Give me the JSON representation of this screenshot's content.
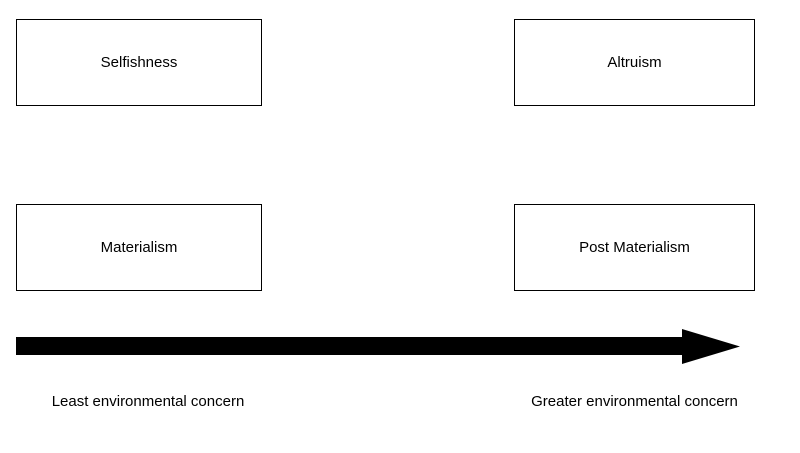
{
  "diagram": {
    "type": "continuum",
    "boxes": [
      {
        "id": "selfishness",
        "label": "Selfishness",
        "position": "top-left"
      },
      {
        "id": "altruism",
        "label": "Altruism",
        "position": "top-right"
      },
      {
        "id": "materialism",
        "label": "Materialism",
        "position": "bottom-left"
      },
      {
        "id": "post-materialism",
        "label": "Post Materialism",
        "position": "bottom-right"
      }
    ],
    "arrow": {
      "direction": "left-to-right",
      "color": "#000000"
    },
    "captions": {
      "left": "Least environmental concern",
      "right": "Greater environmental concern"
    }
  }
}
